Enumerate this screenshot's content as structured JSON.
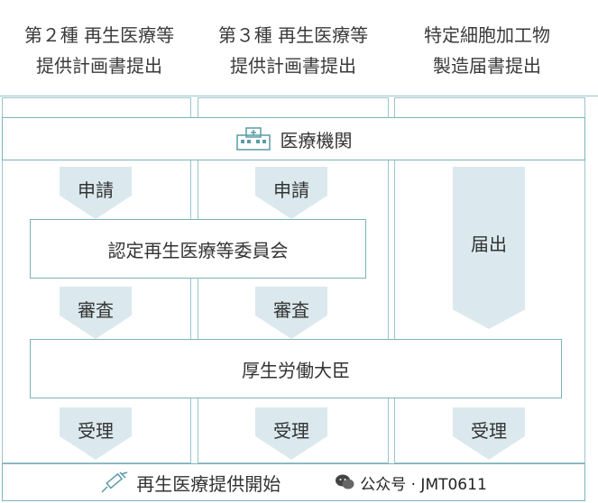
{
  "columns": [
    {
      "line1": "第２種 再生医療等",
      "line2": "提供計画書提出"
    },
    {
      "line1": "第３種 再生医療等",
      "line2": "提供計画書提出"
    },
    {
      "line1": "特定細胞加工物",
      "line2": "製造届書提出"
    }
  ],
  "medical_institution": "医療機関",
  "steps": {
    "application": "申請",
    "review": "審査",
    "notification": "届出",
    "acceptance": "受理"
  },
  "committee": "認定再生医療等委員会",
  "minister": "厚生労働大臣",
  "footer": "再生医療提供開始",
  "watermark": "公众号 · JMT0611",
  "colors": {
    "border": "#7fb2bb",
    "arrow_fill": "#dbe9ee",
    "icon_teal": "#5a9ba6"
  }
}
